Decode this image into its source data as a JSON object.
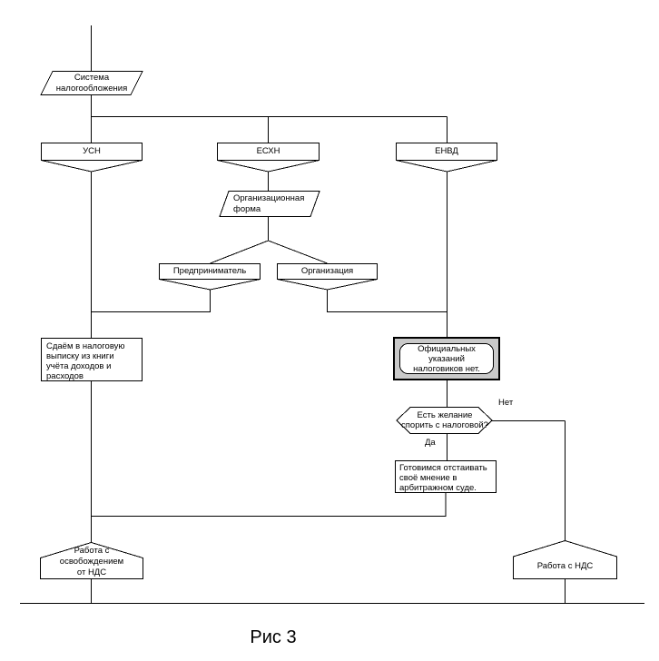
{
  "caption": "Рис 3",
  "colors": {
    "line": "#000000",
    "node_fill": "#ffffff",
    "shadow_box_fill": "#c9c9c9"
  },
  "nodes": {
    "system": {
      "lines": [
        "Система",
        "налогообложения"
      ]
    },
    "usn": {
      "label": "УСН"
    },
    "eshn": {
      "label": "ЕСХН"
    },
    "envd": {
      "label": "ЕНВД"
    },
    "org_form": {
      "lines": [
        "Организационная",
        "форма"
      ]
    },
    "entrepreneur": {
      "label": "Предприниматель"
    },
    "organization": {
      "label": "Организация"
    },
    "submit_to_tax": {
      "lines": [
        "Сдаём в налоговую",
        "выписку из книги",
        "учёта доходов и",
        "расходов"
      ]
    },
    "no_official": {
      "lines": [
        "Официальных",
        "указаний",
        "налоговиков нет."
      ]
    },
    "dispute_decision": {
      "lines": [
        "Есть желание",
        "спорить с налоговой?"
      ]
    },
    "prepare_court": {
      "lines": [
        "Готовимся отстаивать",
        "своё мнение в",
        "арбитражном суде."
      ]
    },
    "work_exempt": {
      "lines": [
        "Работа с",
        "освобождением",
        "от НДС"
      ]
    },
    "work_vat": {
      "label": "Работа с НДС"
    }
  },
  "edge_labels": {
    "yes": "Да",
    "no": "Нет"
  }
}
